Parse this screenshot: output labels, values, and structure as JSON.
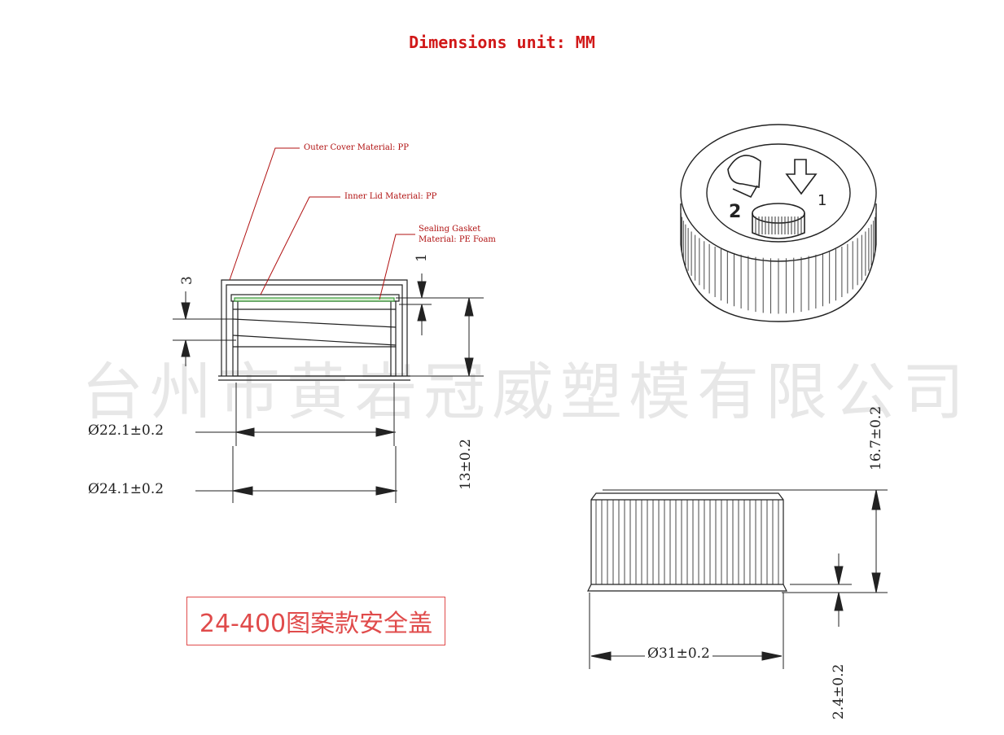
{
  "title": "Dimensions unit: MM",
  "watermark": "台州市黄岩冠威塑模有限公司",
  "callouts": {
    "outer_cover": "Outer Cover Material: PP",
    "inner_lid": "Inner Lid Material: PP",
    "gasket_line1": "Sealing Gasket",
    "gasket_line2": "Material: PE Foam"
  },
  "dimensions": {
    "d_inner": "22.1±0.2",
    "d_outer": "24.1±0.2",
    "height_inner": "13±0.2",
    "top_gap": "3",
    "gasket_thickness": "1",
    "height_total": "16.7±0.2",
    "d_cap": "31±0.2",
    "skirt_height": "2.4±0.2"
  },
  "cap_top_marks": {
    "step_2": "2",
    "step_1": "1"
  },
  "caption": "24-400图案款安全盖"
}
